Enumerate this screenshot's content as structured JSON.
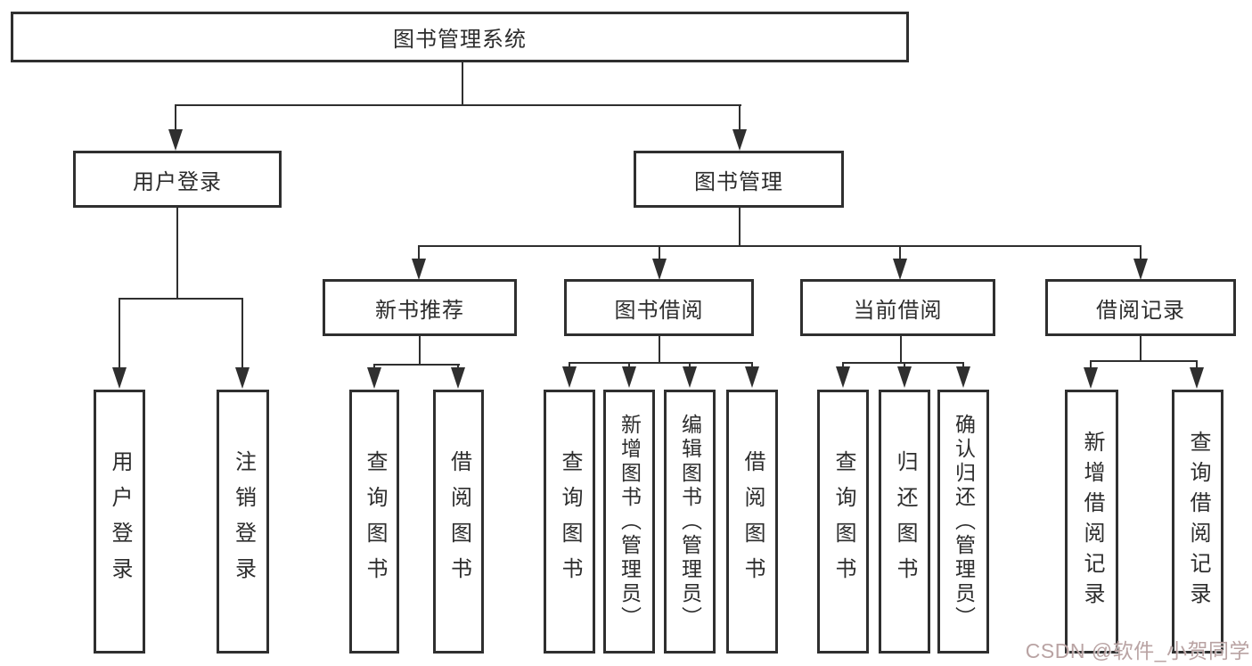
{
  "diagram": {
    "type": "hierarchy-tree",
    "root": {
      "label": "图书管理系统"
    },
    "level2": [
      {
        "label": "用户登录"
      },
      {
        "label": "图书管理"
      }
    ],
    "level3": [
      {
        "label": "新书推荐",
        "parent": "图书管理"
      },
      {
        "label": "图书借阅",
        "parent": "图书管理"
      },
      {
        "label": "当前借阅",
        "parent": "图书管理"
      },
      {
        "label": "借阅记录",
        "parent": "图书管理"
      }
    ],
    "leaves": [
      {
        "label": "用户登录",
        "parent": "用户登录"
      },
      {
        "label": "注销登录",
        "parent": "用户登录"
      },
      {
        "label": "查询图书",
        "parent": "新书推荐"
      },
      {
        "label": "借阅图书",
        "parent": "新书推荐"
      },
      {
        "label": "查询图书",
        "parent": "图书借阅"
      },
      {
        "label": "新增图书（管理员）",
        "parent": "图书借阅"
      },
      {
        "label": "编辑图书（管理员）",
        "parent": "图书借阅"
      },
      {
        "label": "借阅图书",
        "parent": "图书借阅"
      },
      {
        "label": "查询图书",
        "parent": "当前借阅"
      },
      {
        "label": "归还图书",
        "parent": "当前借阅"
      },
      {
        "label": "确认归还（管理员）",
        "parent": "当前借阅"
      },
      {
        "label": "新增借阅记录",
        "parent": "借阅记录"
      },
      {
        "label": "查询借阅记录",
        "parent": "借阅记录"
      }
    ]
  },
  "watermark": {
    "text": "CSDN @软件_小贺同学",
    "color": "#b59e9e"
  },
  "colors": {
    "line": "#2f2f2f",
    "text": "#2d2d2d",
    "background": "#ffffff"
  }
}
